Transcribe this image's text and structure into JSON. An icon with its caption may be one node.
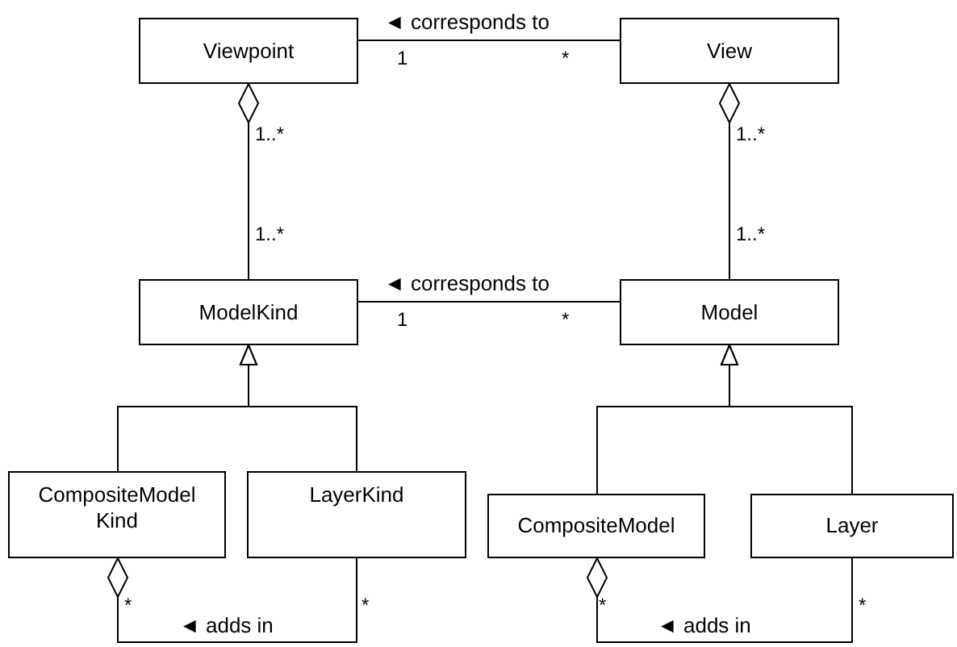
{
  "diagram": {
    "nodes": [
      {
        "text": [
          "Viewpoint"
        ]
      },
      {
        "text": [
          "View"
        ]
      },
      {
        "text": [
          "ModelKind"
        ]
      },
      {
        "text": [
          "Model"
        ]
      },
      {
        "text": [
          "CompositeModel Kind"
        ]
      },
      {
        "text": [
          "LayerKind"
        ]
      },
      {
        "text": [
          "CompositeModel"
        ]
      },
      {
        "text": [
          "Layer"
        ]
      }
    ],
    "edges": [
      {
        "from": 0,
        "to": 1,
        "arrow": "none",
        "label": "◄ corresponds to"
      },
      {
        "from": 0,
        "to": 2,
        "arrow": "other"
      },
      {
        "from": 1,
        "to": 3,
        "arrow": "other"
      },
      {
        "from": 2,
        "to": 3,
        "arrow": "none",
        "label": "◄ corresponds to"
      },
      {
        "from": 4,
        "to": 2,
        "arrow": "to"
      },
      {
        "from": 5,
        "to": 2,
        "arrow": "to"
      },
      {
        "from": 6,
        "to": 3,
        "arrow": "to"
      },
      {
        "from": 7,
        "to": 3,
        "arrow": "to"
      },
      {
        "from": 4,
        "to": 5,
        "arrow": "other",
        "label": "◄ adds in"
      },
      {
        "from": 6,
        "to": 7,
        "arrow": "other",
        "label": "◄ adds in"
      }
    ],
    "labels": [
      "1",
      "*",
      "1..*",
      "1..*",
      "1..*",
      "1..*",
      "1",
      "*",
      "*",
      "*",
      "*",
      "*"
    ]
  }
}
